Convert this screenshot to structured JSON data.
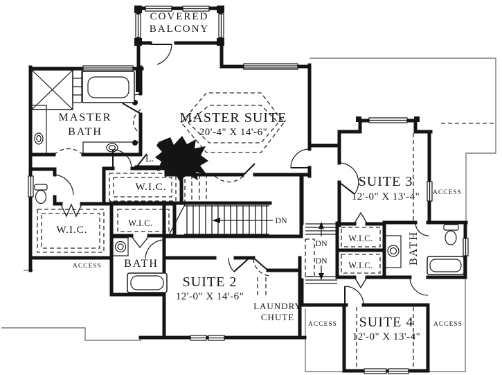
{
  "plan": {
    "type": "architectural-floor-plan",
    "colors": {
      "wall": "#141414",
      "eave": "#7a7a7a",
      "dashed_detail": "#2a2a2a",
      "background": "#ffffff"
    },
    "rooms": {
      "covered_balcony": {
        "name_line1": "COVERED",
        "name_line2": "BALCONY"
      },
      "master_suite": {
        "name": "MASTER SUITE",
        "dims": "20'-4\" X 14'-6\""
      },
      "master_bath": {
        "name_line1": "MASTER",
        "name_line2": "BATH"
      },
      "linen_closet": {
        "abbr": "L."
      },
      "suite_2": {
        "name": "SUITE 2",
        "dims": "12'-0\" X 14'-6\""
      },
      "suite_3": {
        "name": "SUITE 3",
        "dims": "12'-0\" X 13'-4\""
      },
      "suite_4": {
        "name": "SUITE 4",
        "dims": "12'-0\" X 13'-4\""
      },
      "laundry_chute": {
        "name_line1": "LAUNDRY",
        "name_line2": "CHUTE"
      }
    },
    "labels": {
      "wic": "W.I.C.",
      "bath": "BATH",
      "access": "ACCESS",
      "down": "DN"
    }
  }
}
